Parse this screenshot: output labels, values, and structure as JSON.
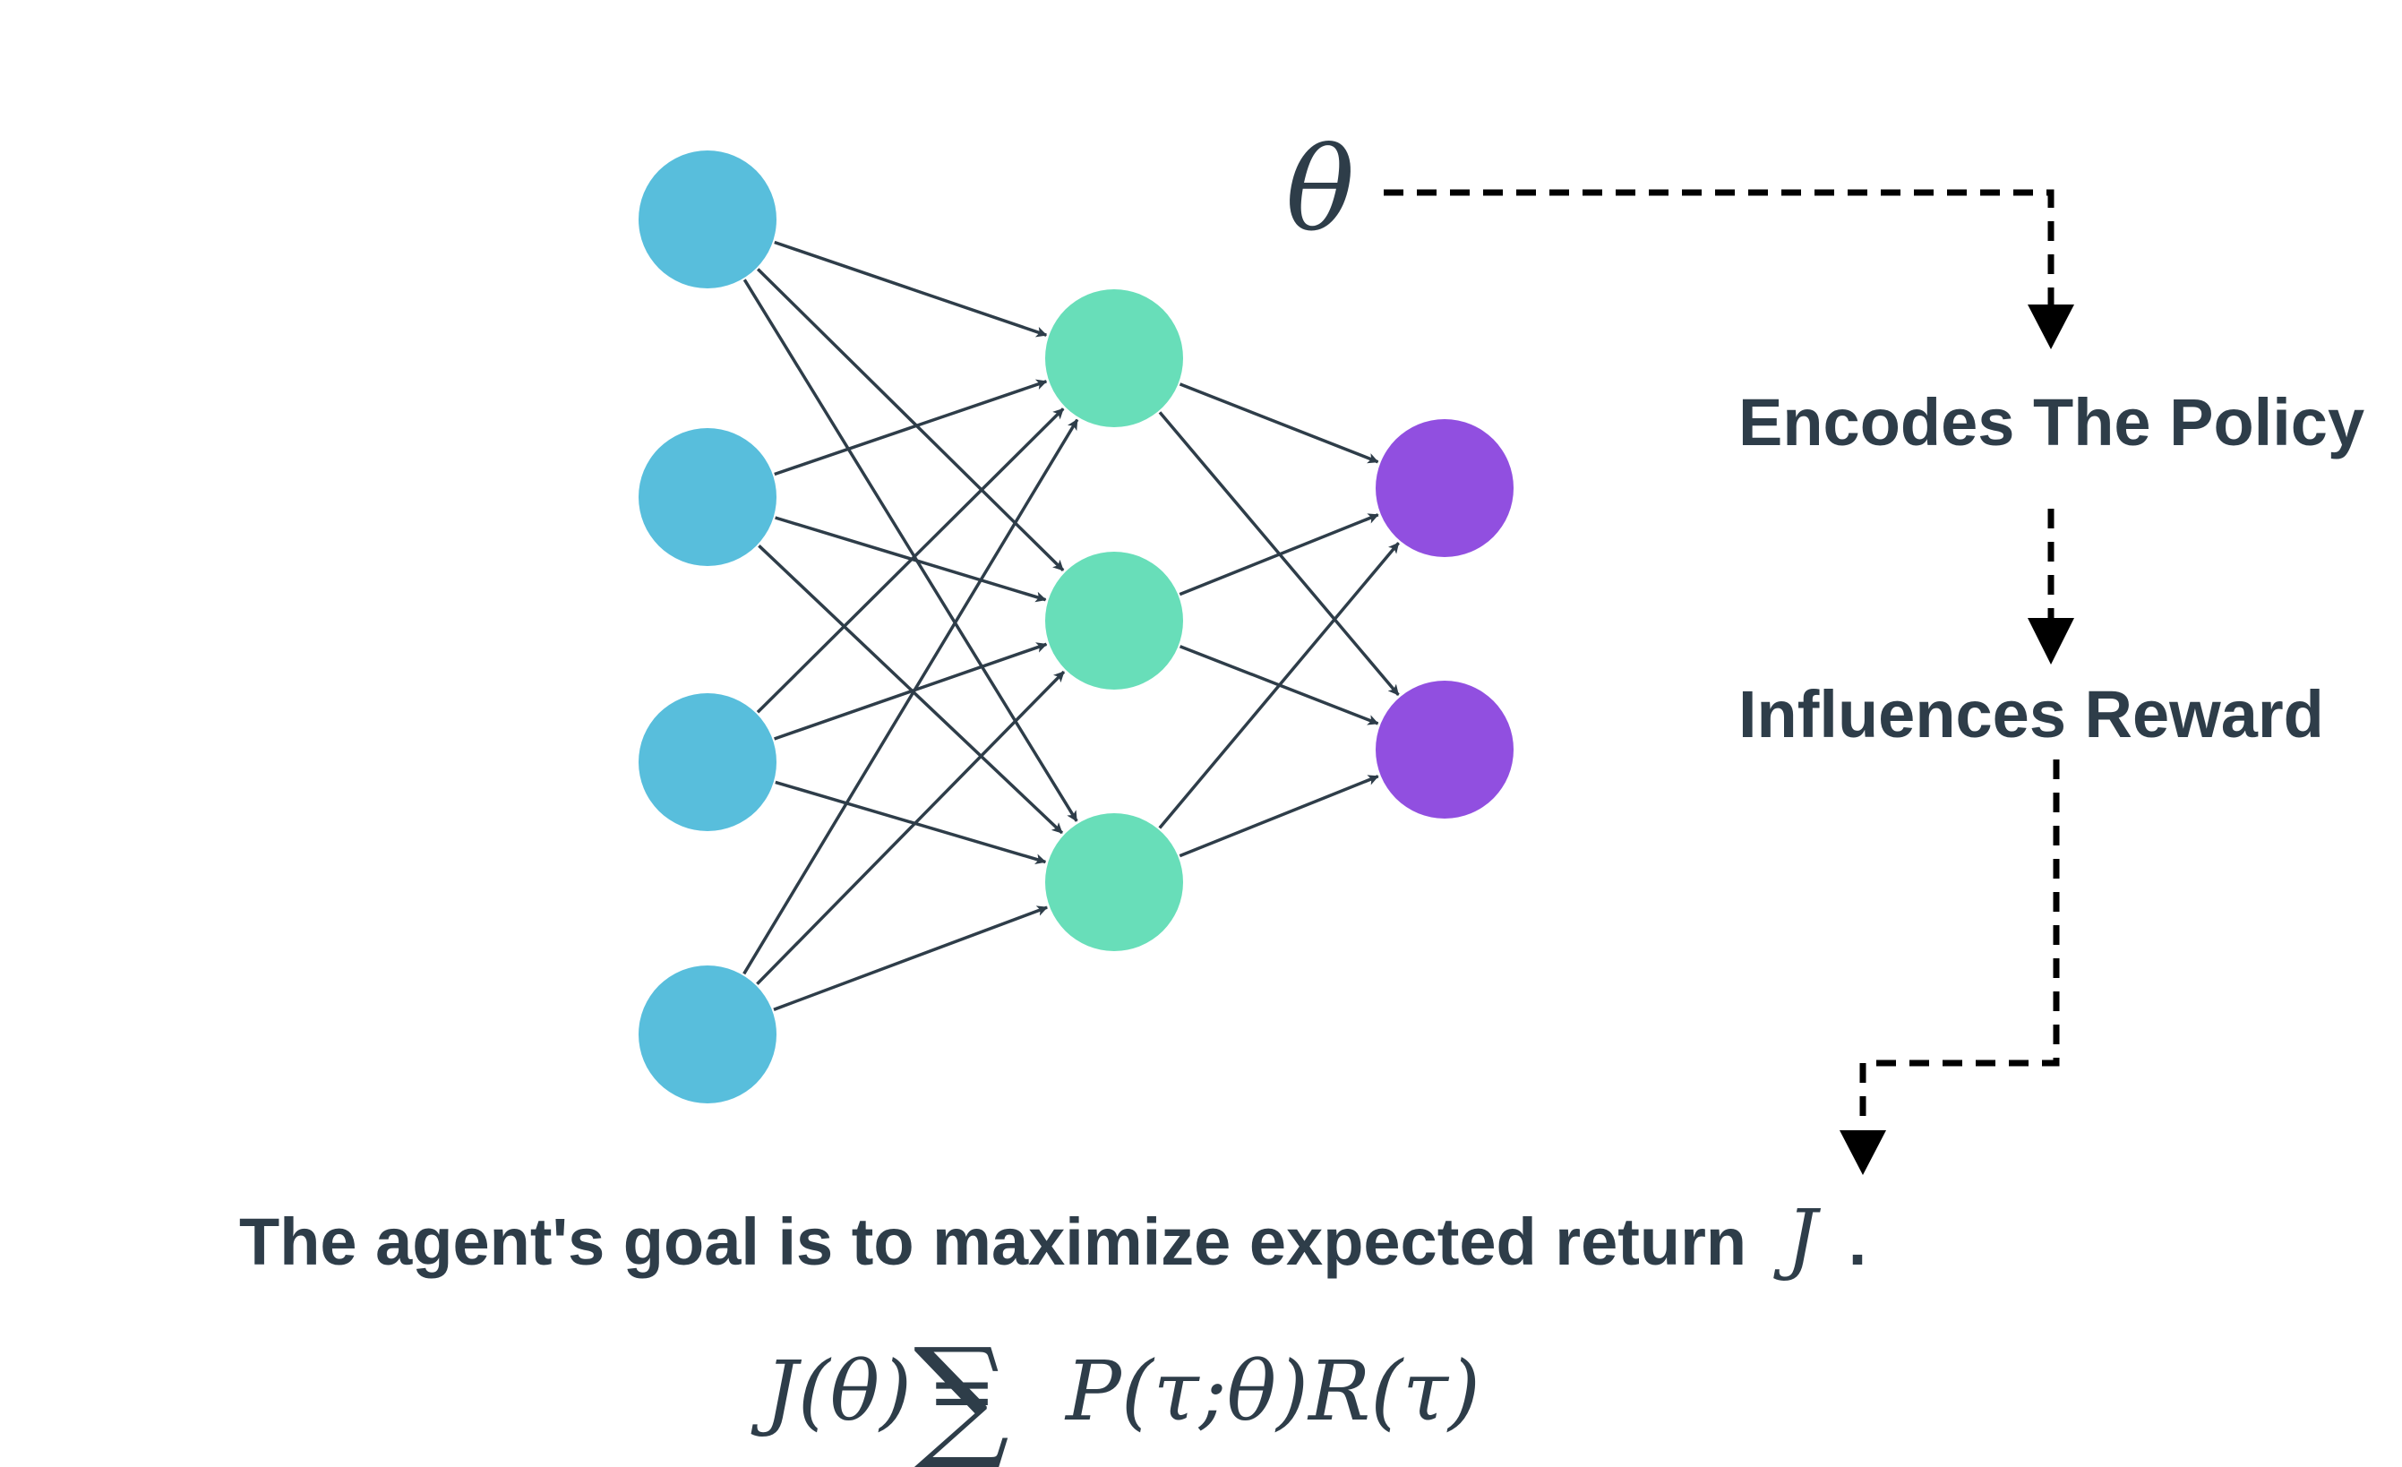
{
  "diagram": {
    "parameter_symbol": "θ",
    "step_labels": [
      "Encodes The Policy",
      "Influences Reward"
    ],
    "goal_sentence": "The agent's goal is to maximize expected return",
    "goal_symbol": "J",
    "goal_period": ".",
    "formula": {
      "lhs": "J(θ)",
      "equals": "=",
      "sum": "∑",
      "rhs": "P(τ;θ)R(τ)"
    }
  },
  "network": {
    "layers": [
      {
        "name": "input",
        "count": 4,
        "color": "#58bedc"
      },
      {
        "name": "hidden",
        "count": 3,
        "color": "#68deb9"
      },
      {
        "name": "output",
        "count": 2,
        "color": "#914fe0"
      }
    ],
    "edge_color": "#2e3d49"
  },
  "colors": {
    "text": "#2e3d49",
    "dashed_flow": "#000000"
  }
}
